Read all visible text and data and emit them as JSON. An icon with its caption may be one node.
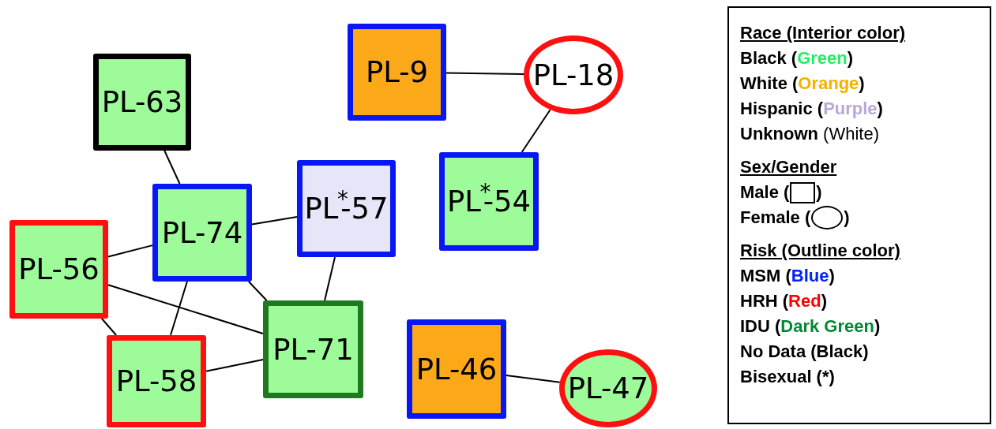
{
  "diagram": {
    "nodes": [
      {
        "text": [
          "PL-9"
        ]
      },
      {
        "text": [
          "PL-18"
        ]
      },
      {
        "text": [
          "PL-63"
        ]
      },
      {
        "text": [
          "PL$^{*}$-57"
        ]
      },
      {
        "text": [
          "PL$^{*}$-54"
        ]
      },
      {
        "text": [
          "PL-74"
        ]
      },
      {
        "text": [
          "PL-56"
        ]
      },
      {
        "text": [
          "PL-71"
        ]
      },
      {
        "text": [
          "PL-46"
        ]
      },
      {
        "text": [
          "PL-58"
        ]
      },
      {
        "text": [
          "PL-47"
        ]
      }
    ],
    "edges": [
      {
        "from": 0,
        "to": 1,
        "arrow": "none"
      },
      {
        "from": 1,
        "to": 4,
        "arrow": "none"
      },
      {
        "from": 2,
        "to": 5,
        "arrow": "none"
      },
      {
        "from": 5,
        "to": 3,
        "arrow": "none"
      },
      {
        "from": 6,
        "to": 5,
        "arrow": "none"
      },
      {
        "from": 3,
        "to": 7,
        "arrow": "none"
      },
      {
        "from": 5,
        "to": 7,
        "arrow": "none"
      },
      {
        "from": 6,
        "to": 7,
        "arrow": "none"
      },
      {
        "from": 6,
        "to": 9,
        "arrow": "none"
      },
      {
        "from": 5,
        "to": 9,
        "arrow": "none"
      },
      {
        "from": 9,
        "to": 7,
        "arrow": "none"
      },
      {
        "from": 8,
        "to": 10,
        "arrow": "none"
      }
    ],
    "labels": [
      "Race (Interior color)",
      "Sex/Gender",
      "Risk (Outline color)"
    ],
    "legend": [
      {
        "text": "Black (Green)",
        "color": "#22ee66"
      },
      {
        "text": "White (Orange)",
        "color": "#f5b000"
      },
      {
        "text": "Hispanic (Purple)",
        "color": "#b8a8d8"
      },
      {
        "text": "Unknown (White)"
      },
      {
        "text": "Male ( )"
      },
      {
        "text": "Female ( )"
      },
      {
        "text": "MSM (Blue)",
        "color": "#0022ff"
      },
      {
        "text": "HRH (Red)",
        "color": "#ff0000"
      },
      {
        "text": "IDU (Dark Green)",
        "color": "#008833"
      },
      {
        "text": "No Data (Black)",
        "color": "#000000"
      },
      {
        "text": "Bisexual (*)"
      }
    ]
  }
}
